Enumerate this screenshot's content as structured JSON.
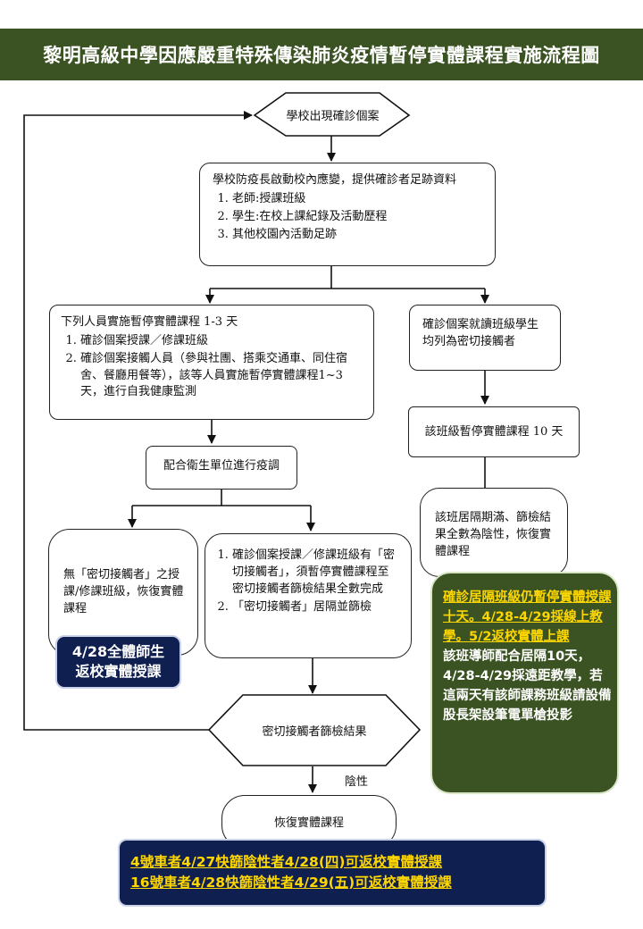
{
  "title": "黎明高級中學因應嚴重特殊傳染肺炎疫情暫停實體課程實施流程圖",
  "start": {
    "label": "學校出現確診個案"
  },
  "step_response": {
    "heading": "學校防疫長啟動校內應變，提供確診者足跡資料",
    "items": [
      "老師:授課班級",
      "學生:在校上課紀錄及活動歷程",
      "其他校園內活動足跡"
    ]
  },
  "left_branch": {
    "heading": "下列人員實施暫停實體課程 1-3 天",
    "items": [
      "確診個案授課／修課班級",
      "確診個案接觸人員（參與社團、搭乘交通車、同住宿舍、餐廳用餐等），該等人員實施暫停實體課程1~3 天，進行自我健康監測"
    ]
  },
  "right_branch": {
    "step1": "確診個案就讀班級學生均列為密切接觸者",
    "step2": "該班級暫停實體課程 10 天",
    "step3": "該班居隔期滿、篩檢結果全數為陰性，恢復實體課程"
  },
  "investigation": {
    "label": "配合衛生單位進行疫調"
  },
  "no_contact": {
    "label": "無「密切接觸者」之授課/修課班級，恢復實體課程"
  },
  "has_contact": {
    "items": [
      "確診個案授課／修課班級有「密切接觸者」，須暫停實體課程至密切接觸者篩檢結果全數完成",
      "「密切接觸者」居隔並篩檢"
    ]
  },
  "decision": {
    "label": "密切接觸者篩檢結果"
  },
  "negative_label": "陰性",
  "resume": {
    "label": "恢復實體課程"
  },
  "notes": {
    "navy_small": [
      "4/28全體師生",
      "返校實體授課"
    ],
    "green_highlight": "確診居隔班級仍暫停實體授課十天。4/28-4/29採線上教學。5/2返校實體上課",
    "green_body": "該班導師配合居隔10天，4/28-4/29採遠距教學，若這兩天有該師課務班級請設備股長架設筆電單槍投影",
    "navy_bottom": [
      "4號車者4/27快篩陰性者4/28(四)可返校實體授課",
      "16號車者4/28快篩陰性者4/29(五)可返校實體授課"
    ]
  },
  "colors": {
    "banner": "#3b5323",
    "navy": "#0f1f4f",
    "green": "#3b5323",
    "highlight": "#ffd700"
  }
}
